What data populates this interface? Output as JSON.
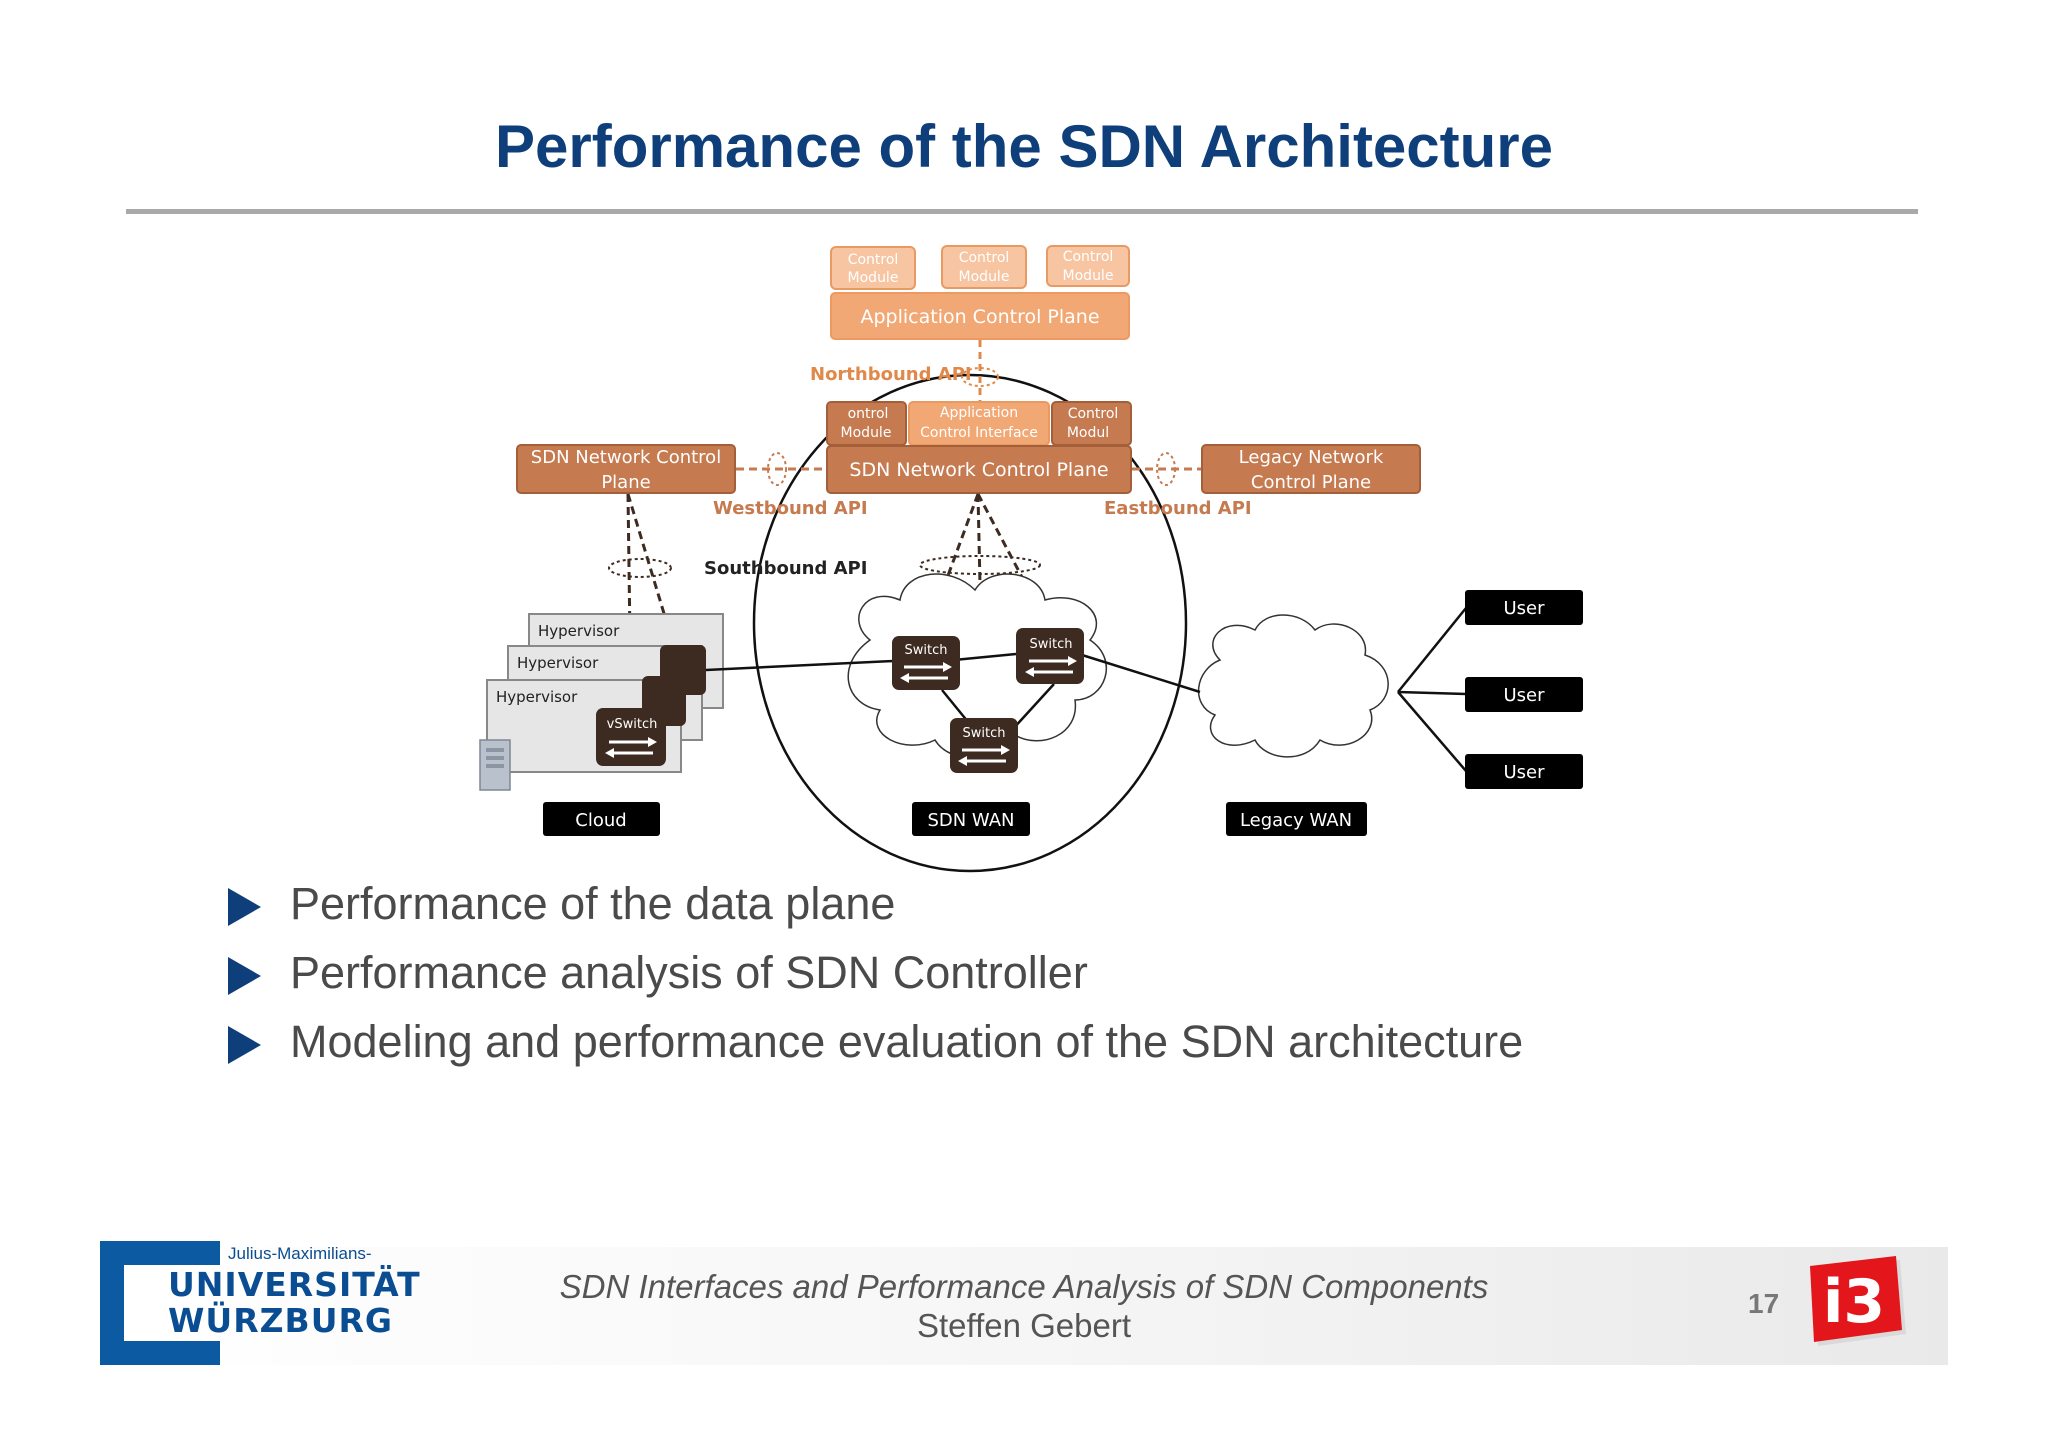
{
  "slide": {
    "title": "Performance of the SDN Architecture"
  },
  "diagram": {
    "control_module": "Control",
    "control_module_2": "Module",
    "control_module_abbrev": "ontrol",
    "control_module_abbrev_2": "Module",
    "control_module_partial": "Control",
    "control_module_partial_2": "Modul",
    "application_control_plane": "Application Control Plane",
    "northbound_api": "Northbound API",
    "application_control_interface": "Application",
    "application_control_interface_2": "Control Interface",
    "sdn_network_control_plane": "SDN Network Control Plane",
    "sdn_network_control_plane_left": "SDN Network Control",
    "sdn_network_control_plane_left_2": "Plane",
    "legacy_network_control_plane": "Legacy Network",
    "legacy_network_control_plane_2": "Control Plane",
    "westbound_api": "Westbound API",
    "eastbound_api": "Eastbound API",
    "southbound_api": "Southbound API",
    "hypervisor": "Hypervisor",
    "vswitch": "vSwitch",
    "switch": "Switch",
    "user": "User",
    "cloud": "Cloud",
    "sdn_wan": "SDN WAN",
    "legacy_wan": "Legacy WAN"
  },
  "bullets": [
    "Performance of the data plane",
    "Performance analysis of SDN Controller",
    "Modeling and performance evaluation of the SDN architecture"
  ],
  "footer": {
    "university_small": "Julius-Maximilians-",
    "university_line1": "UNIVERSITÄT",
    "university_line2": "WÜRZBURG",
    "course": "SDN Interfaces and Performance Analysis of SDN Components",
    "author": "Steffen Gebert",
    "page": "17",
    "logo_text": "i3"
  },
  "colors": {
    "title_blue": "#0f3f7a",
    "light_orange": "#f2a875",
    "dark_orange": "#c57a50",
    "dark_brown": "#3d2a20",
    "label_orange": "#e0894a"
  }
}
